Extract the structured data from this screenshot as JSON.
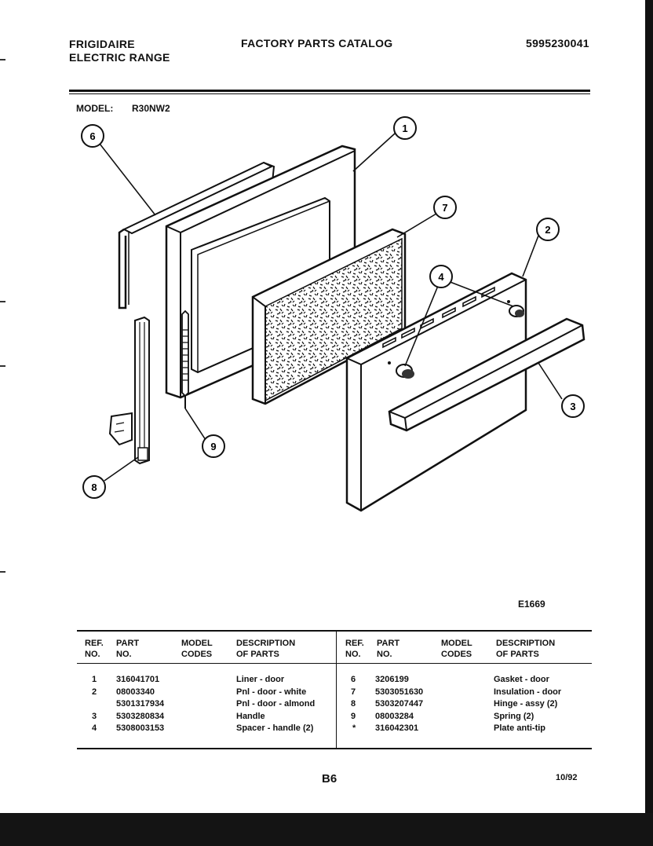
{
  "header": {
    "brand": "FRIGIDAIRE",
    "product": "ELECTRIC RANGE",
    "title": "FACTORY PARTS CATALOG",
    "catalog_number": "5995230041"
  },
  "model": {
    "label": "MODEL:",
    "value": "R30NW2"
  },
  "diagram": {
    "figure_code": "E1669",
    "callouts": [
      "1",
      "2",
      "3",
      "4",
      "6",
      "7",
      "8",
      "9"
    ]
  },
  "table": {
    "headers": {
      "ref": [
        "REF.",
        "NO."
      ],
      "part": [
        "PART",
        "NO."
      ],
      "model_codes": [
        "MODEL",
        "CODES"
      ],
      "description": [
        "DESCRIPTION",
        "OF PARTS"
      ]
    },
    "left_rows": [
      {
        "ref": "1",
        "part": "316041701",
        "model": "",
        "desc": "Liner - door"
      },
      {
        "ref": "2",
        "part": "08003340",
        "model": "",
        "desc": "Pnl - door - white"
      },
      {
        "ref": "",
        "part": "5301317934",
        "model": "",
        "desc": "Pnl - door - almond"
      },
      {
        "ref": "3",
        "part": "5303280834",
        "model": "",
        "desc": "Handle"
      },
      {
        "ref": "4",
        "part": "5308003153",
        "model": "",
        "desc": "Spacer - handle (2)"
      }
    ],
    "right_rows": [
      {
        "ref": "6",
        "part": "3206199",
        "model": "",
        "desc": "Gasket - door"
      },
      {
        "ref": "7",
        "part": "5303051630",
        "model": "",
        "desc": "Insulation - door"
      },
      {
        "ref": "8",
        "part": "5303207447",
        "model": "",
        "desc": "Hinge - assy (2)"
      },
      {
        "ref": "9",
        "part": "08003284",
        "model": "",
        "desc": "Spring (2)"
      },
      {
        "ref": "*",
        "part": "316042301",
        "model": "",
        "desc": "Plate anti-tip"
      }
    ]
  },
  "footer": {
    "page": "B6",
    "date": "10/92"
  }
}
